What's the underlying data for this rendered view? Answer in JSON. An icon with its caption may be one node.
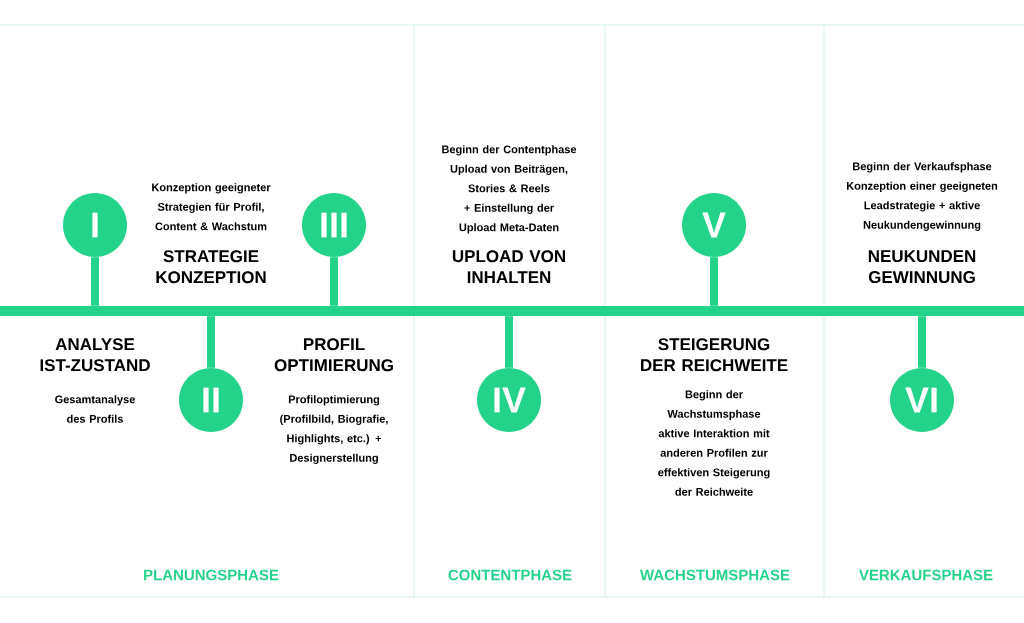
{
  "diagram": {
    "nodes": [
      {
        "text": [],
        "shape": "bar"
      },
      {
        "text": [
          "I"
        ],
        "beside": [
          "ANALYSE IST-ZUSTAND",
          "Gesamtanalyse des Profils"
        ]
      },
      {
        "text": [
          "II"
        ],
        "beside": [
          "STRATEGIE KONZEPTION",
          "Konzeption geeigneter Strategien für Profil, Content & Wachstum"
        ]
      },
      {
        "text": [
          "III"
        ],
        "beside": [
          "PROFIL OPTIMIERUNG",
          "Profiloptimierung (Profilbild, Biografie, Highlights, etc.) + Designerstellung"
        ]
      },
      {
        "text": [
          "IV"
        ],
        "beside": [
          "UPLOAD VON INHALTEN",
          "Beginn der Contentphase Upload von Beiträgen, Stories & Reels + Einstellung der Upload Meta-Daten"
        ]
      },
      {
        "text": [
          "V"
        ],
        "beside": [
          "STEIGERUNG DER REICHWEITE",
          "Beginn der Wachstumsphase aktive Interaktion mit anderen Profilen zur effektiven Steigerung der Reichweite"
        ]
      },
      {
        "text": [
          "VI"
        ],
        "beside": [
          "NEUKUNDEN GEWINNUNG",
          "Beginn der Verkaufsphase Konzeption einer geeigneten Leadstrategie + aktive Neukundengewinnung"
        ]
      }
    ],
    "edges": [
      {
        "from": 1,
        "to": 0,
        "arrow": "none"
      },
      {
        "from": 2,
        "to": 0,
        "arrow": "none"
      },
      {
        "from": 3,
        "to": 0,
        "arrow": "none"
      },
      {
        "from": 4,
        "to": 0,
        "arrow": "none"
      },
      {
        "from": 5,
        "to": 0,
        "arrow": "none"
      },
      {
        "from": 6,
        "to": 0,
        "arrow": "none"
      }
    ],
    "labels": [
      "PLANUNGSPHASE",
      "CONTENTPHASE",
      "WACHSTUMSPHASE",
      "VERKAUFSPHASE"
    ]
  }
}
